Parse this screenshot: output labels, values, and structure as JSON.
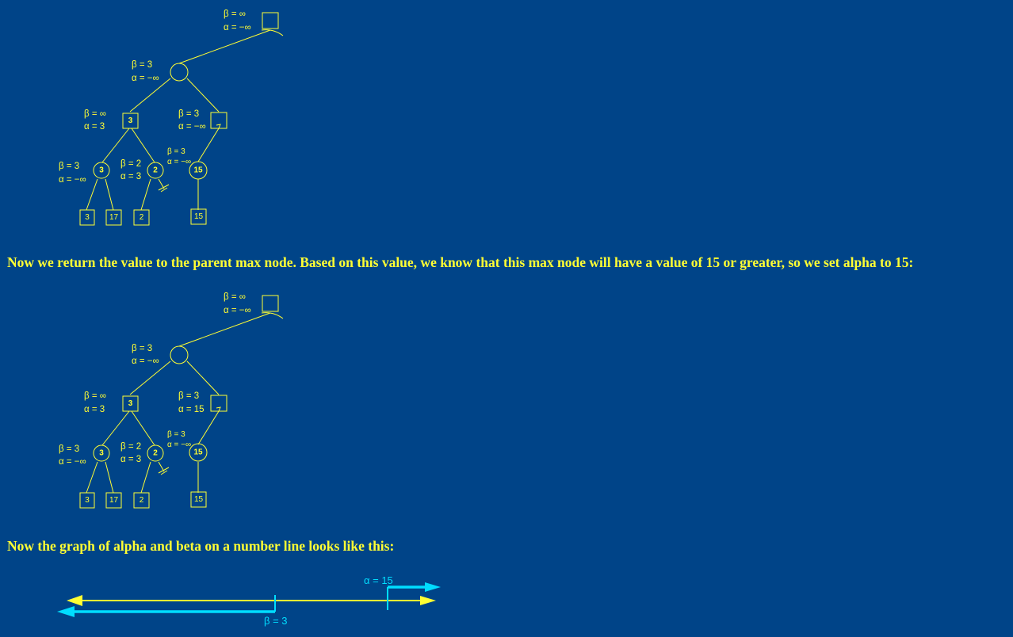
{
  "symbols": {
    "beta": "β",
    "alpha": "α"
  },
  "tree1": {
    "root": {
      "beta": "∞",
      "alpha": "−∞"
    },
    "min1": {
      "beta": "3",
      "alpha": "−∞"
    },
    "maxL": {
      "beta": "∞",
      "alpha": "3",
      "value": "3"
    },
    "maxR": {
      "beta": "3",
      "alpha": "−∞",
      "value": ""
    },
    "minA": {
      "beta": "3",
      "alpha": "−∞",
      "value": "3"
    },
    "minB": {
      "beta": "2",
      "alpha": "3",
      "value": "2"
    },
    "minC": {
      "beta": "3",
      "alpha": "−∞",
      "value": "15"
    },
    "leaves": [
      "3",
      "17",
      "2",
      "15"
    ]
  },
  "caption1": "Now we return the value to the parent max node. Based on this value, we know that this max node will have a value of 15 or greater, so we set alpha to 15:",
  "tree2": {
    "root": {
      "beta": "∞",
      "alpha": "−∞"
    },
    "min1": {
      "beta": "3",
      "alpha": "−∞"
    },
    "maxL": {
      "beta": "∞",
      "alpha": "3",
      "value": "3"
    },
    "maxR": {
      "beta": "3",
      "alpha": "15",
      "value": ""
    },
    "minA": {
      "beta": "3",
      "alpha": "−∞",
      "value": "3"
    },
    "minB": {
      "beta": "2",
      "alpha": "3",
      "value": "2"
    },
    "minC": {
      "beta": "3",
      "alpha": "−∞",
      "value": "15"
    },
    "leaves": [
      "3",
      "17",
      "2",
      "15"
    ]
  },
  "caption2": "Now the graph of alpha and beta on a number line looks like this:",
  "numberline": {
    "alpha_label": "α = 15",
    "beta_label": "β = 3",
    "alpha_value": 15,
    "beta_value": 3,
    "colors": {
      "line": "#FFFF33",
      "marker": "#00DDFF",
      "background": "#004488"
    }
  }
}
